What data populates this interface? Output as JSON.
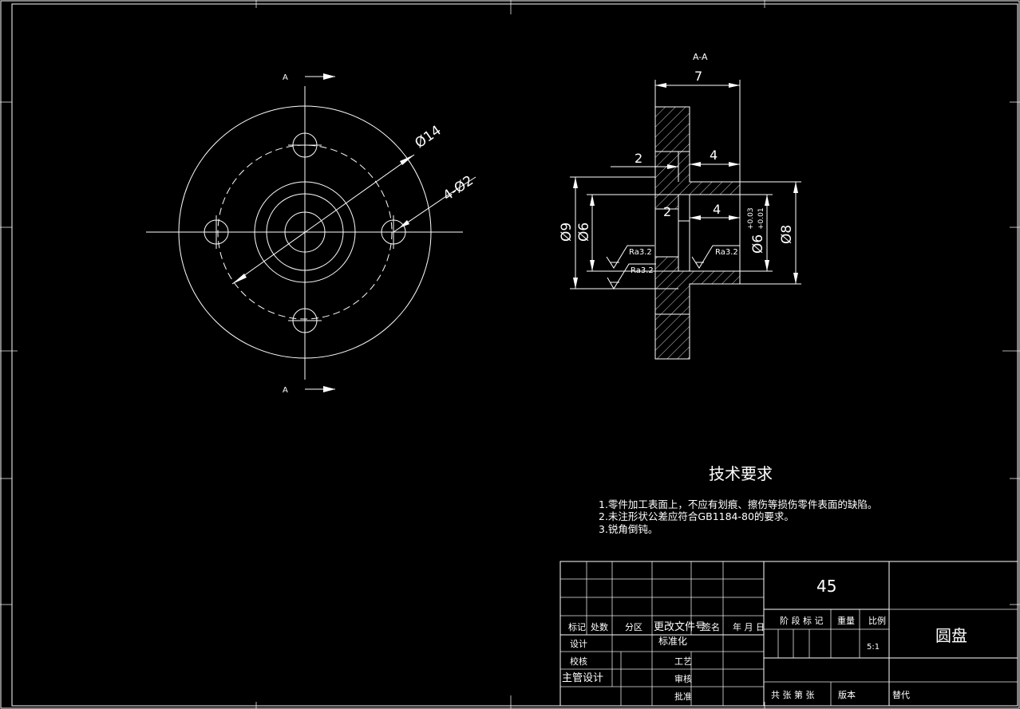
{
  "section_label_top": "A",
  "section_label_bottom": "A",
  "section_title": "A-A",
  "dims": {
    "d14": "Ø14",
    "holes": "4-Ø2",
    "width7": "7",
    "left2_top": "2",
    "right4_top": "4",
    "left2_inner": "2",
    "right4_inner": "4",
    "d9": "Ø9",
    "d6_left": "Ø6",
    "d6_right": "Ø6",
    "d8": "Ø8",
    "tol_upper": "+0.03",
    "tol_lower": "+0.01",
    "ra1": "Ra3.2",
    "ra2": "Ra3.2",
    "ra3": "Ra3.2"
  },
  "tech": {
    "title": "技术要求",
    "line1": "1.零件加工表面上，不应有划痕、擦伤等损伤零件表面的缺陷。",
    "line2": "2.未注形状公差应符合GB1184-80的要求。",
    "line3": "3.锐角倒钝。"
  },
  "title_block": {
    "material": "45",
    "part_name": "圆盘",
    "scale": "5:1",
    "col_biaoji": "标记",
    "col_chushu": "处数",
    "col_fenqu": "分区",
    "col_gengai": "更改文件号",
    "col_qianming": "签名",
    "col_nianyueri": "年 月 日",
    "row_sheji": "设计",
    "row_jiaohe": "校核",
    "row_zhuguan": "主管设计",
    "row_biaozhunhua": "标准化",
    "row_gongyi": "工艺",
    "row_shenhe": "审核",
    "row_pizhun": "批准",
    "stage_label": "阶 段 标 记",
    "weight_label": "重量",
    "scale_label": "比例",
    "sheets_label": "共  张 第  张",
    "version_label": "版本",
    "replace_label": "替代"
  }
}
